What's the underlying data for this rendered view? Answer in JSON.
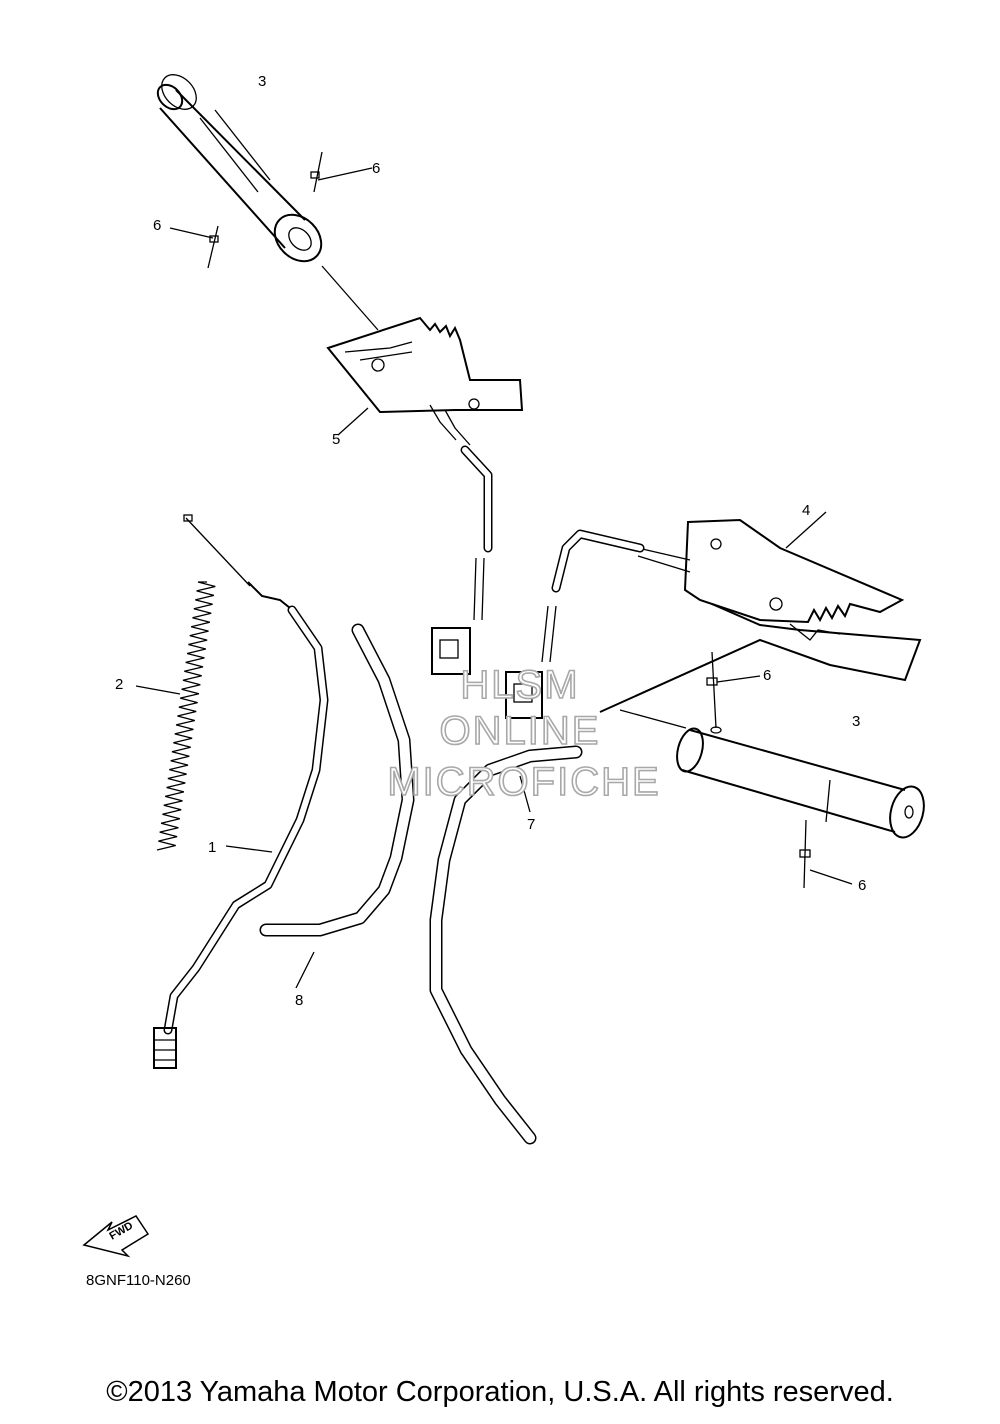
{
  "diagram": {
    "callouts": {
      "grip_top": "3",
      "grip_right": "3",
      "rivet_top_right": "6",
      "rivet_top_left": "6",
      "rivet_right_top": "6",
      "rivet_right_bottom": "6",
      "heater_left": "5",
      "heater_right": "4",
      "spring": "2",
      "cable": "1",
      "hose_7": "7",
      "hose_8": "8"
    },
    "fwd_label": "FWD",
    "diagram_code": "8GNF110-N260"
  },
  "watermark": {
    "line1": "HLSM",
    "line2": "ONLINE",
    "line3": "MICROFICHE"
  },
  "footer": {
    "copyright": "©2013 Yamaha Motor Corporation, U.S.A. All rights reserved."
  }
}
